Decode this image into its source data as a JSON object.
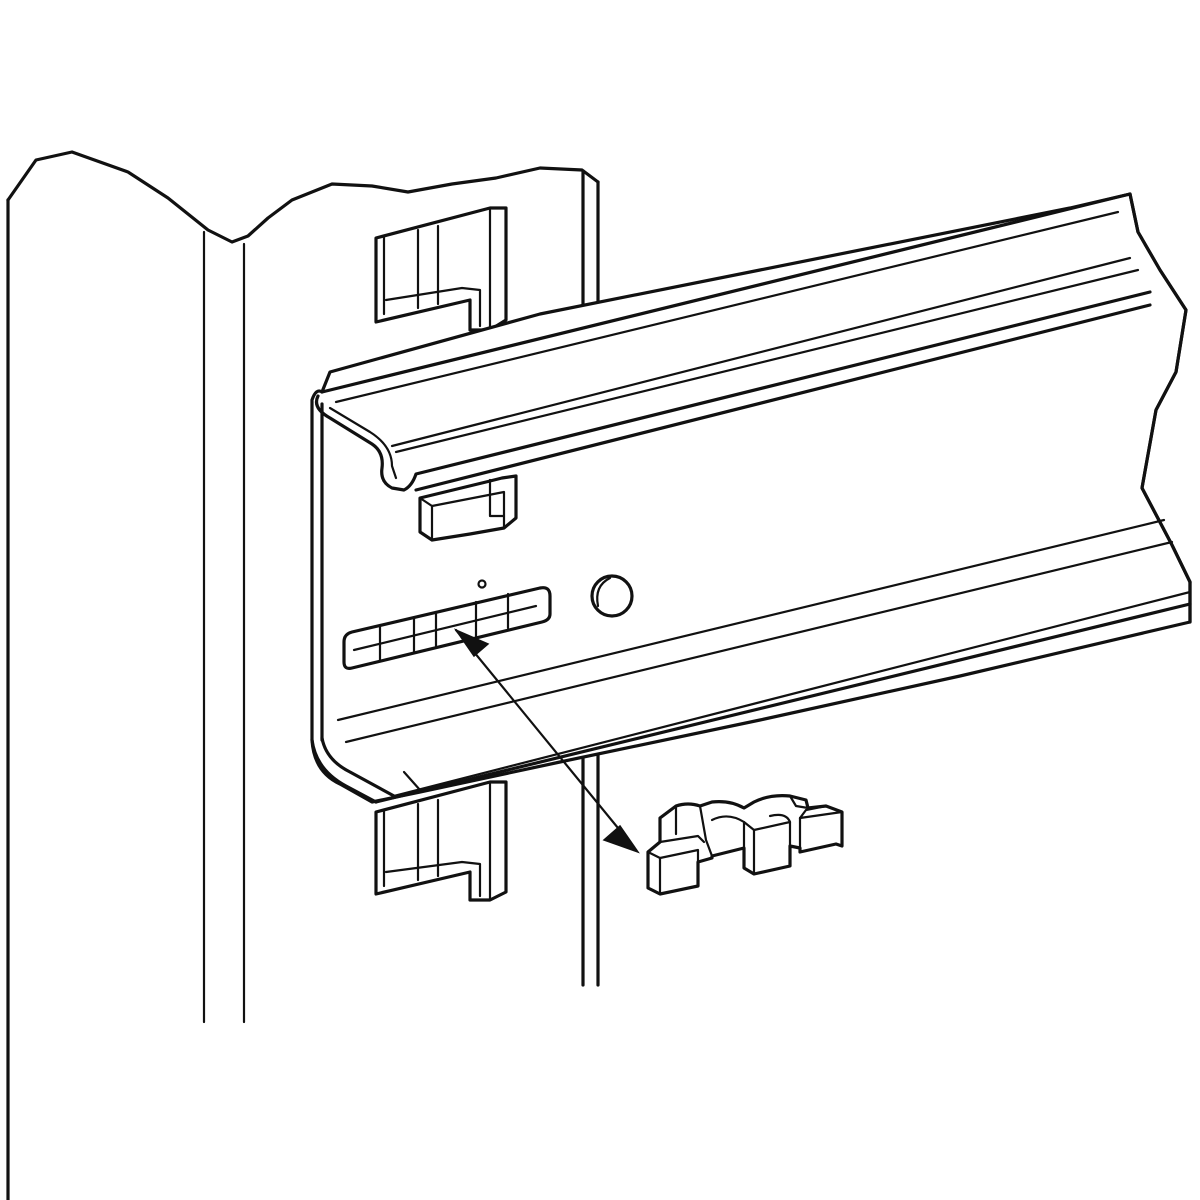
{
  "figure": {
    "kind": "line-art assembly illustration",
    "parts": [
      "cabinet-upright",
      "upright-slot-upper",
      "upright-slot-lower",
      "mounting-rail",
      "rail-slot",
      "rail-screw-hole",
      "mounting-clip"
    ],
    "annotation": "double-headed-arrow",
    "stroke_color": "#111111",
    "background_color": "#ffffff"
  }
}
